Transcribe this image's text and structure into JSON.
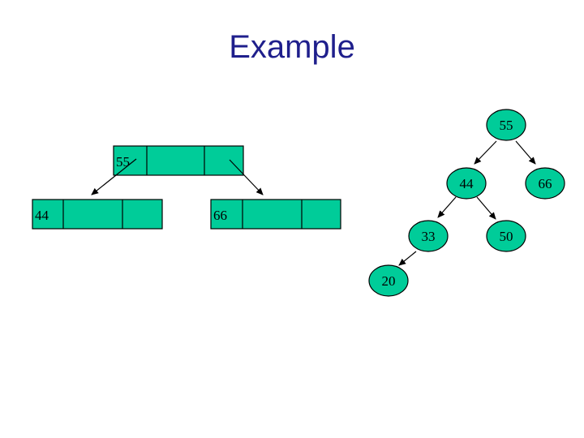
{
  "slide": {
    "title": "Example"
  },
  "colors": {
    "node_fill": "#00cc99",
    "stroke": "#000000",
    "title": "#1f1f8c"
  },
  "btree": {
    "root_keys": [
      "55",
      "",
      ""
    ],
    "left_child_keys": [
      "44",
      "",
      ""
    ],
    "right_child_keys": [
      "66",
      "",
      ""
    ]
  },
  "bst": {
    "nodes": [
      {
        "id": "n55",
        "label": "55"
      },
      {
        "id": "n44",
        "label": "44"
      },
      {
        "id": "n66",
        "label": "66"
      },
      {
        "id": "n33",
        "label": "33"
      },
      {
        "id": "n50",
        "label": "50"
      },
      {
        "id": "n20",
        "label": "20"
      }
    ]
  }
}
